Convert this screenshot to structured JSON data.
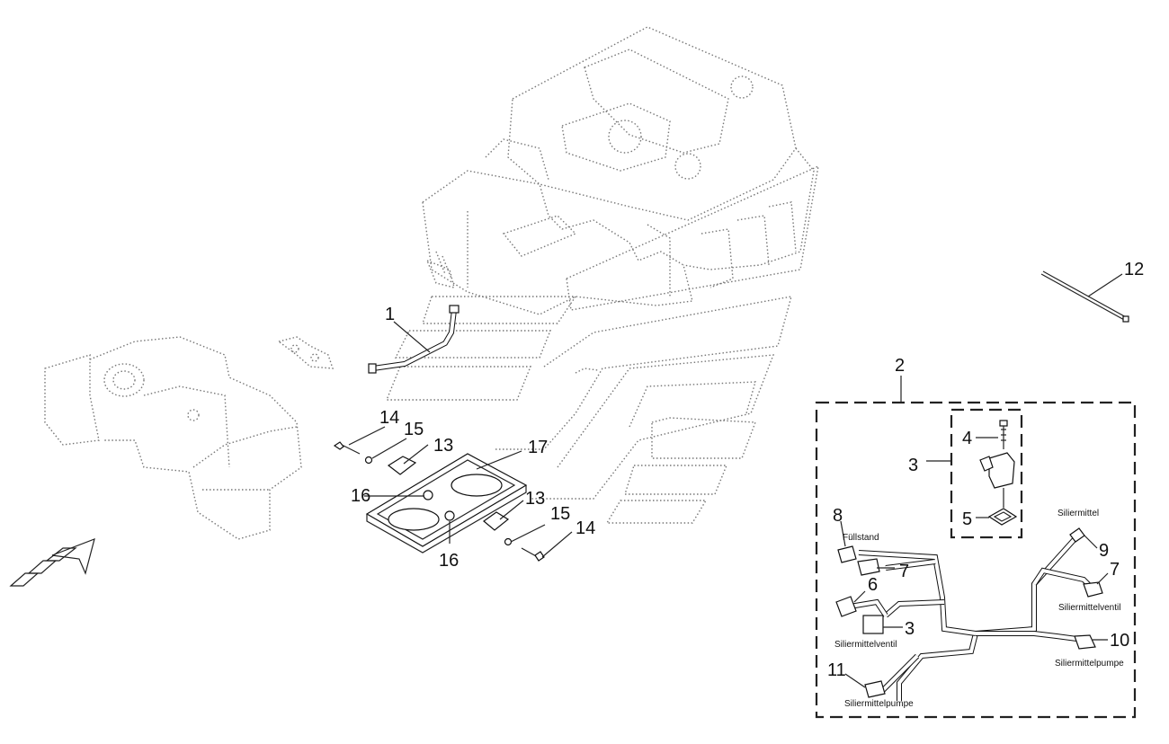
{
  "callouts": {
    "c1": "1",
    "c2": "2",
    "c3a": "3",
    "c3b": "3",
    "c4": "4",
    "c5": "5",
    "c6": "6",
    "c7a": "7",
    "c7b": "7",
    "c8": "8",
    "c9": "9",
    "c10": "10",
    "c11": "11",
    "c12": "12",
    "c13a": "13",
    "c13b": "13",
    "c14a": "14",
    "c14b": "14",
    "c15a": "15",
    "c15b": "15",
    "c16a": "16",
    "c16b": "16",
    "c17": "17"
  },
  "labels": {
    "fuellstand": "Füllstand",
    "siliermittel": "Siliermittel",
    "siliermittelventil_right": "Siliermittelventil",
    "siliermittelventil_left": "Siliermittelventil",
    "siliermittelpumpe_right": "Siliermittelpumpe",
    "siliermittelpumpe_left": "Siliermittelpumpe"
  }
}
